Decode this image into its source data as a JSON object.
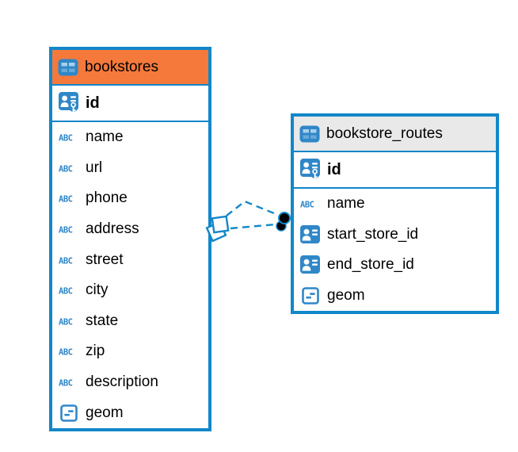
{
  "colors": {
    "canvas_bg": "#ffffff",
    "table_border_blue": "#1287C9",
    "icon_blue": "#2F87C8",
    "icon_cell_light": "#A9CFEA",
    "bookstores_header_orange": "#F5793B",
    "routes_header_gray": "#E9E9E9",
    "text": "#000000",
    "relationship_line_blue": "#1287C9",
    "relationship_dot_black": "#000000"
  },
  "diagram": {
    "tables": [
      {
        "name": "bookstores",
        "icon": "table-icon",
        "header_color": "#F5793B",
        "columns": [
          {
            "name": "id",
            "icon": "primary-key-icon",
            "is_key_row": true
          },
          {
            "name": "name",
            "icon": "text-icon"
          },
          {
            "name": "url",
            "icon": "text-icon"
          },
          {
            "name": "phone",
            "icon": "text-icon"
          },
          {
            "name": "address",
            "icon": "text-icon"
          },
          {
            "name": "street",
            "icon": "text-icon"
          },
          {
            "name": "city",
            "icon": "text-icon"
          },
          {
            "name": "state",
            "icon": "text-icon"
          },
          {
            "name": "zip",
            "icon": "text-icon"
          },
          {
            "name": "description",
            "icon": "text-icon"
          },
          {
            "name": "geom",
            "icon": "geometry-icon"
          }
        ]
      },
      {
        "name": "bookstore_routes",
        "icon": "table-icon",
        "header_color": "#E9E9E9",
        "columns": [
          {
            "name": "id",
            "icon": "primary-key-icon",
            "is_key_row": true
          },
          {
            "name": "name",
            "icon": "text-icon"
          },
          {
            "name": "start_store_id",
            "icon": "foreign-key-icon"
          },
          {
            "name": "end_store_id",
            "icon": "foreign-key-icon"
          },
          {
            "name": "geom",
            "icon": "geometry-icon"
          }
        ]
      }
    ],
    "relationship": {
      "style": "dashed",
      "color": "#1287C9",
      "source_marker": "double-square-icon",
      "target_marker": "double-dot-icon"
    }
  }
}
